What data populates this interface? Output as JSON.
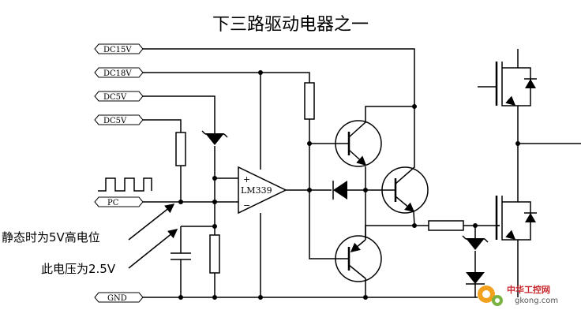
{
  "title": "下三路驱动电器之一",
  "ports": [
    {
      "label": "DC15V"
    },
    {
      "label": "DC18V"
    },
    {
      "label": "DC5V"
    },
    {
      "label": "DC5V"
    },
    {
      "label": "PC"
    },
    {
      "label": "GND"
    }
  ],
  "chip": {
    "name": "LM339",
    "plus": "+",
    "minus": "−"
  },
  "notes": [
    "静态时为5V高电位",
    "此电压为2.5V"
  ],
  "watermark": {
    "brand": "中华工控网",
    "url": "gkong.com"
  }
}
